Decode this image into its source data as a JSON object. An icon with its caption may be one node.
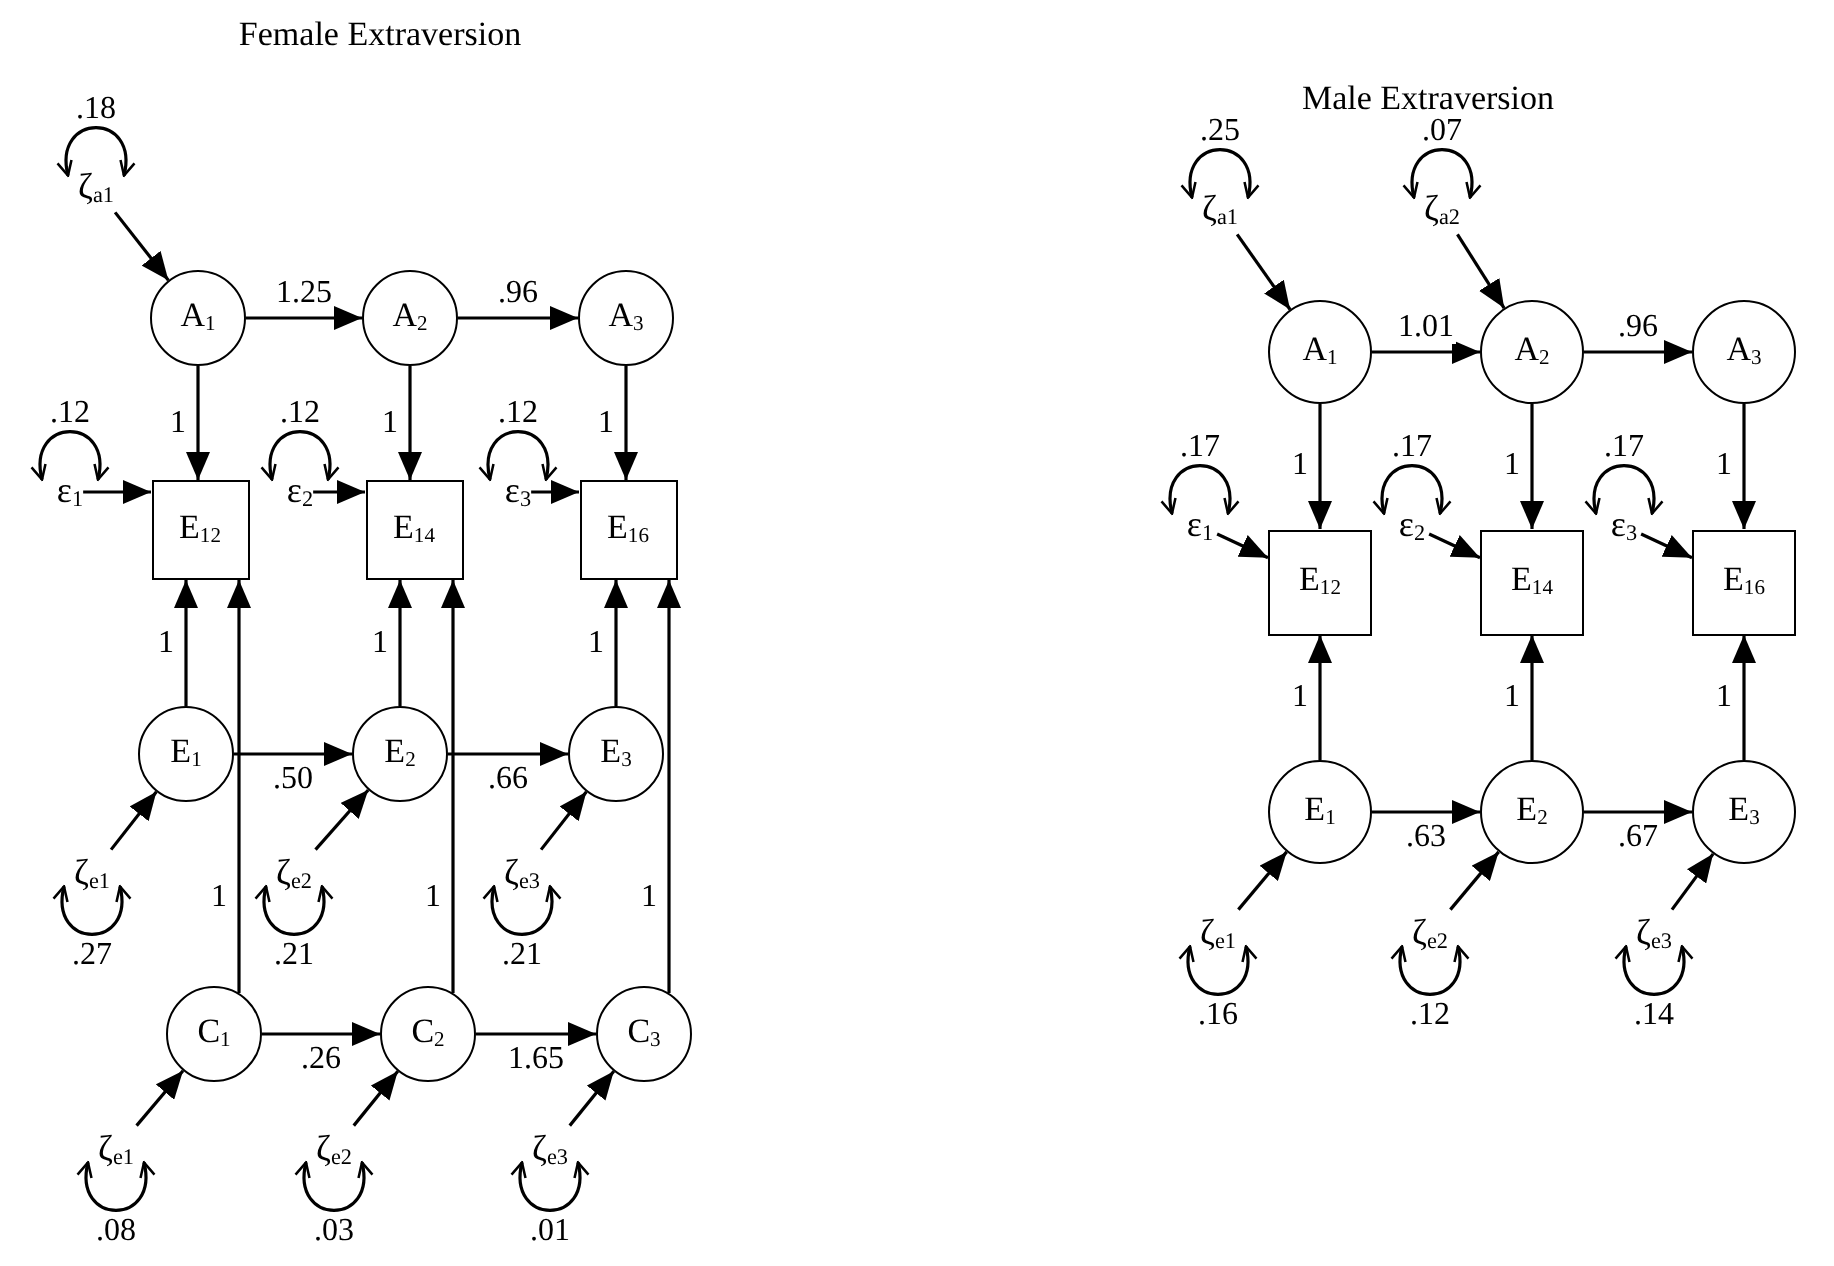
{
  "diagram": {
    "nodes": [
      {
        "text": [
          "ζ$_{a1}$"
        ]
      },
      {
        "text": [
          "A$_{1}$"
        ]
      },
      {
        "text": [
          "A$_{2}$"
        ]
      },
      {
        "text": [
          "A$_{3}$"
        ]
      },
      {
        "text": [
          "ε$_{1}$"
        ]
      },
      {
        "text": [
          "E$_{12}$"
        ]
      },
      {
        "text": [
          "ε$_{2}$"
        ]
      },
      {
        "text": [
          "E$_{14}$"
        ]
      },
      {
        "text": [
          "ε$_{3}$"
        ]
      },
      {
        "text": [
          "E$_{16}$"
        ]
      },
      {
        "text": [
          "E$_{1}$"
        ]
      },
      {
        "text": [
          "E$_{2}$"
        ]
      },
      {
        "text": [
          "E$_{3}$"
        ]
      },
      {
        "text": [
          "ζ$_{e1}$"
        ]
      },
      {
        "text": [
          "ζ$_{e2}$"
        ]
      },
      {
        "text": [
          "ζ$_{e3}$"
        ]
      },
      {
        "text": [
          "C$_{1}$"
        ]
      },
      {
        "text": [
          "C$_{2}$"
        ]
      },
      {
        "text": [
          "C$_{3}$"
        ]
      },
      {
        "text": [
          "ζ$_{e1}$"
        ]
      },
      {
        "text": [
          "ζ$_{e2}$"
        ]
      },
      {
        "text": [
          "ζ$_{e3}$"
        ]
      },
      {
        "text": [
          "ζ$_{a1}$"
        ]
      },
      {
        "text": [
          "ζ$_{a2}$"
        ]
      },
      {
        "text": [
          "A$_{1}$"
        ]
      },
      {
        "text": [
          "A$_{2}$"
        ]
      },
      {
        "text": [
          "A$_{3}$"
        ]
      },
      {
        "text": [
          "ε$_{1}$"
        ]
      },
      {
        "text": [
          "E$_{12}$"
        ]
      },
      {
        "text": [
          "ε$_{2}$"
        ]
      },
      {
        "text": [
          "E$_{14}$"
        ]
      },
      {
        "text": [
          "ε$_{3}$"
        ]
      },
      {
        "text": [
          "E$_{16}$"
        ]
      },
      {
        "text": [
          "E$_{1}$"
        ]
      },
      {
        "text": [
          "E$_{2}$"
        ]
      },
      {
        "text": [
          "E$_{3}$"
        ]
      },
      {
        "text": [
          "ζ$_{e1}$"
        ]
      },
      {
        "text": [
          "ζ$_{e2}$"
        ]
      },
      {
        "text": [
          "ζ$_{e3}$"
        ]
      }
    ],
    "edges": [
      {
        "from": 0,
        "to": 0,
        "arrow": "both",
        "label": ".18"
      },
      {
        "from": 0,
        "to": 1,
        "arrow": "to"
      },
      {
        "from": 1,
        "to": 2,
        "arrow": "to",
        "label": "1.25"
      },
      {
        "from": 2,
        "to": 3,
        "arrow": "to",
        "label": ".96"
      },
      {
        "from": 1,
        "to": 5,
        "arrow": "to",
        "label": "1"
      },
      {
        "from": 2,
        "to": 7,
        "arrow": "to",
        "label": "1"
      },
      {
        "from": 3,
        "to": 9,
        "arrow": "to",
        "label": "1"
      },
      {
        "from": 4,
        "to": 4,
        "arrow": "both",
        "label": ".12"
      },
      {
        "from": 4,
        "to": 5,
        "arrow": "to"
      },
      {
        "from": 6,
        "to": 6,
        "arrow": "both",
        "label": ".12"
      },
      {
        "from": 6,
        "to": 7,
        "arrow": "to"
      },
      {
        "from": 8,
        "to": 8,
        "arrow": "both",
        "label": ".12"
      },
      {
        "from": 8,
        "to": 9,
        "arrow": "to"
      },
      {
        "from": 10,
        "to": 5,
        "arrow": "to",
        "label": "1"
      },
      {
        "from": 16,
        "to": 5,
        "arrow": "to",
        "label": "1"
      },
      {
        "from": 11,
        "to": 7,
        "arrow": "to",
        "label": "1"
      },
      {
        "from": 17,
        "to": 7,
        "arrow": "to",
        "label": "1"
      },
      {
        "from": 12,
        "to": 9,
        "arrow": "to",
        "label": "1"
      },
      {
        "from": 18,
        "to": 9,
        "arrow": "to",
        "label": "1"
      },
      {
        "from": 10,
        "to": 11,
        "arrow": "to",
        "label": ".50"
      },
      {
        "from": 11,
        "to": 12,
        "arrow": "to",
        "label": ".66"
      },
      {
        "from": 13,
        "to": 13,
        "arrow": "both",
        "label": ".27"
      },
      {
        "from": 13,
        "to": 10,
        "arrow": "to"
      },
      {
        "from": 14,
        "to": 14,
        "arrow": "both",
        "label": ".21"
      },
      {
        "from": 14,
        "to": 11,
        "arrow": "to"
      },
      {
        "from": 15,
        "to": 15,
        "arrow": "both",
        "label": ".21"
      },
      {
        "from": 15,
        "to": 12,
        "arrow": "to"
      },
      {
        "from": 16,
        "to": 17,
        "arrow": "to",
        "label": ".26"
      },
      {
        "from": 17,
        "to": 18,
        "arrow": "to",
        "label": "1.65"
      },
      {
        "from": 19,
        "to": 19,
        "arrow": "both",
        "label": ".08"
      },
      {
        "from": 19,
        "to": 16,
        "arrow": "to"
      },
      {
        "from": 20,
        "to": 20,
        "arrow": "both",
        "label": ".03"
      },
      {
        "from": 20,
        "to": 17,
        "arrow": "to"
      },
      {
        "from": 21,
        "to": 21,
        "arrow": "both",
        "label": ".01"
      },
      {
        "from": 21,
        "to": 18,
        "arrow": "to"
      },
      {
        "from": 22,
        "to": 22,
        "arrow": "both",
        "label": ".25"
      },
      {
        "from": 22,
        "to": 24,
        "arrow": "to"
      },
      {
        "from": 23,
        "to": 23,
        "arrow": "both",
        "label": ".07"
      },
      {
        "from": 23,
        "to": 25,
        "arrow": "to"
      },
      {
        "from": 24,
        "to": 25,
        "arrow": "to",
        "label": "1.01"
      },
      {
        "from": 25,
        "to": 26,
        "arrow": "to",
        "label": ".96"
      },
      {
        "from": 24,
        "to": 28,
        "arrow": "to",
        "label": "1"
      },
      {
        "from": 25,
        "to": 30,
        "arrow": "to",
        "label": "1"
      },
      {
        "from": 26,
        "to": 32,
        "arrow": "to",
        "label": "1"
      },
      {
        "from": 27,
        "to": 27,
        "arrow": "both",
        "label": ".17"
      },
      {
        "from": 27,
        "to": 28,
        "arrow": "to"
      },
      {
        "from": 29,
        "to": 29,
        "arrow": "both",
        "label": ".17"
      },
      {
        "from": 29,
        "to": 30,
        "arrow": "to"
      },
      {
        "from": 31,
        "to": 31,
        "arrow": "both",
        "label": ".17"
      },
      {
        "from": 31,
        "to": 32,
        "arrow": "to"
      },
      {
        "from": 33,
        "to": 28,
        "arrow": "to",
        "label": "1"
      },
      {
        "from": 34,
        "to": 30,
        "arrow": "to",
        "label": "1"
      },
      {
        "from": 35,
        "to": 32,
        "arrow": "to",
        "label": "1"
      },
      {
        "from": 33,
        "to": 34,
        "arrow": "to",
        "label": ".63"
      },
      {
        "from": 34,
        "to": 35,
        "arrow": "to",
        "label": ".67"
      },
      {
        "from": 36,
        "to": 36,
        "arrow": "both",
        "label": ".16"
      },
      {
        "from": 36,
        "to": 33,
        "arrow": "to"
      },
      {
        "from": 37,
        "to": 37,
        "arrow": "both",
        "label": ".12"
      },
      {
        "from": 37,
        "to": 34,
        "arrow": "to"
      },
      {
        "from": 38,
        "to": 38,
        "arrow": "both",
        "label": ".14"
      },
      {
        "from": 38,
        "to": 35,
        "arrow": "to"
      }
    ],
    "labels": [
      "Female Extraversion",
      "Male Extraversion"
    ]
  }
}
